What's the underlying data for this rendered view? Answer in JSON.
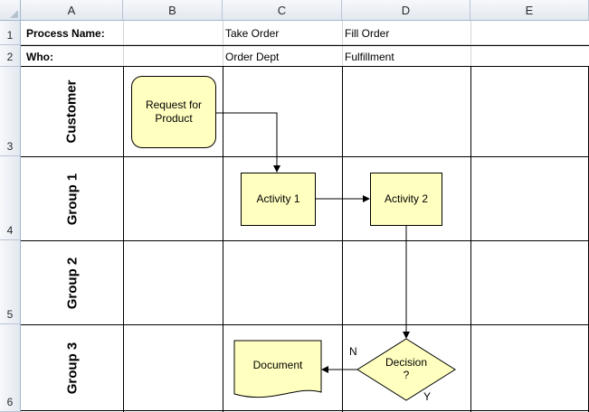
{
  "columns": [
    "A",
    "B",
    "C",
    "D",
    "E"
  ],
  "rows": [
    "1",
    "2",
    "3",
    "4",
    "5",
    "6"
  ],
  "header_rows": {
    "process_label": "Process Name:",
    "who_label": "Who:",
    "process_c": "Take Order",
    "process_d": "Fill Order",
    "who_c": "Order Dept",
    "who_d": "Fulfillment"
  },
  "lanes": [
    "Customer",
    "Group 1",
    "Group 2",
    "Group 3"
  ],
  "shapes": {
    "request": "Request for\nProduct",
    "activity1": "Activity 1",
    "activity2": "Activity 2",
    "decision": "Decision\n?",
    "document": "Document"
  },
  "labels": {
    "no": "N",
    "yes": "Y"
  },
  "colors": {
    "shape_fill": "#ffffc0",
    "grid": "#d4d4d4",
    "header_bg": "#e3e8ef"
  }
}
